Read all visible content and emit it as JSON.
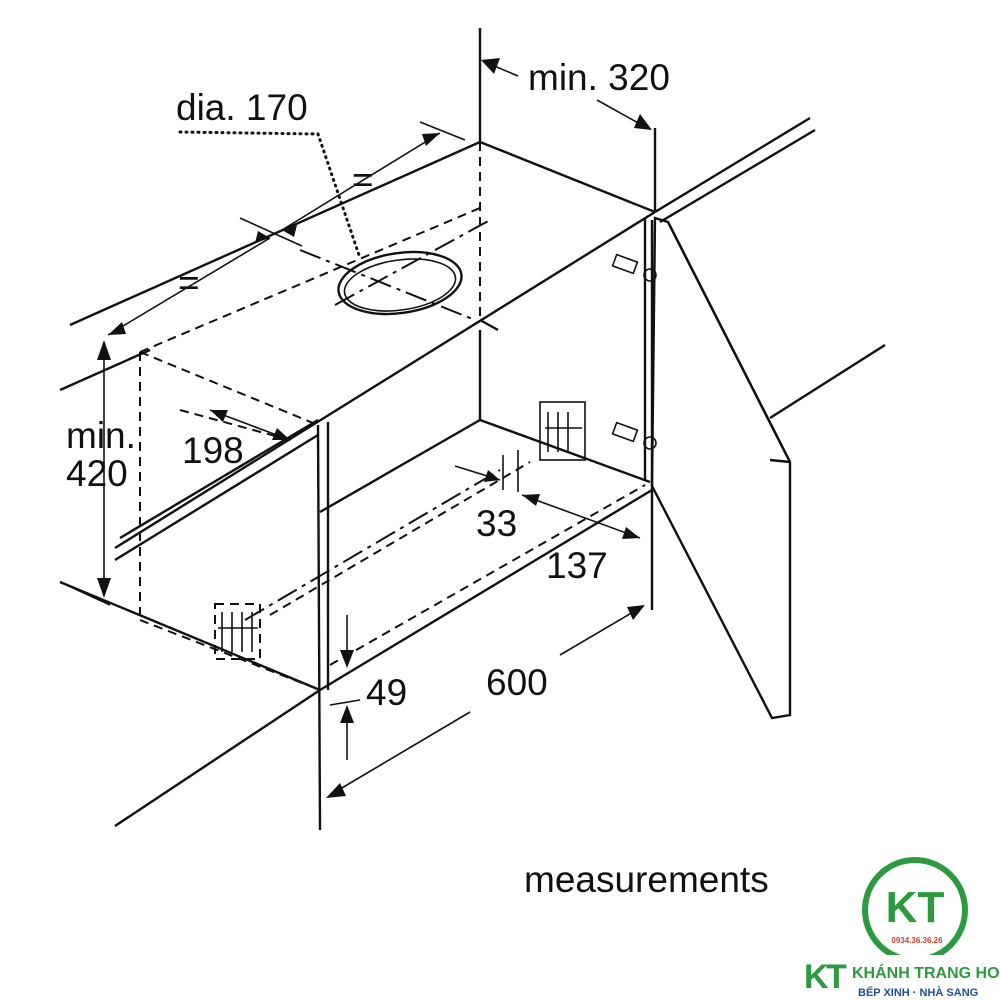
{
  "dimensions": {
    "min_320": "min. 320",
    "dia_170": "dia. 170",
    "equal_1": "=",
    "equal_2": "=",
    "min_label": "min.",
    "val_420": "420",
    "val_198": "198",
    "val_33": "33",
    "val_137": "137",
    "val_600": "600",
    "val_49": "49"
  },
  "footer": {
    "measurements": "measurements"
  },
  "logo": {
    "monogram": "KT",
    "phone": "0934.36.36.26",
    "brand_name": "KHÁNH TRANG HOME",
    "tagline": "BẾP XINH · NHÀ SANG",
    "colors": {
      "green": "#2e9a3e",
      "red": "#d63b2a",
      "blue": "#1f4e99"
    }
  }
}
